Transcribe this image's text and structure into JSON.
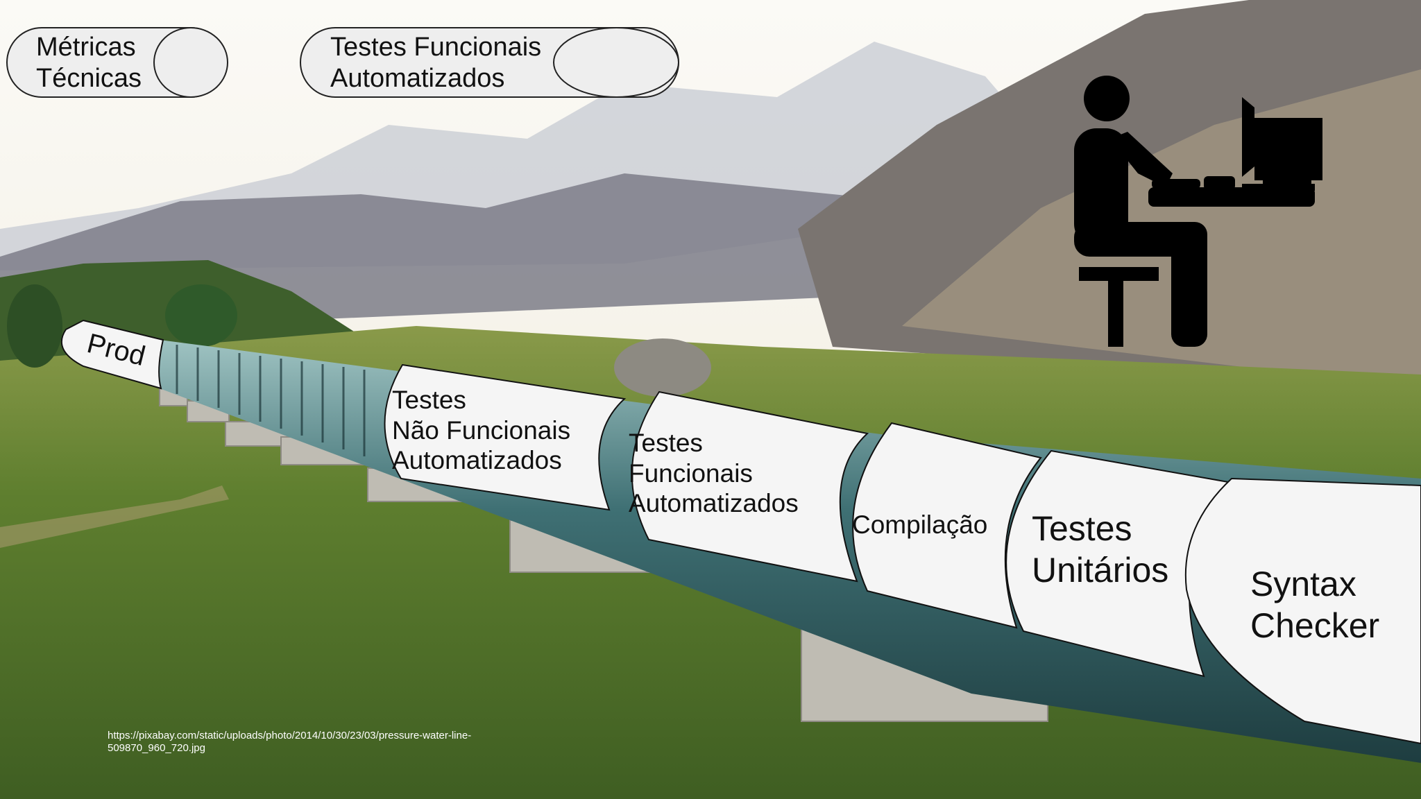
{
  "legend": {
    "metricas": "Métricas\nTécnicas",
    "testes_funcionais": "Testes Funcionais\nAutomatizados"
  },
  "pipeline": {
    "stages": [
      "Prod",
      "Testes\nNão Funcionais\nAutomatizados",
      "Testes\nFuncionais\nAutomatizados",
      "Compilação",
      "Testes\nUnitários",
      "Syntax\nChecker"
    ]
  },
  "image_credit": "https://pixabay.com/static/uploads/photo/2014/10/30/23/03/pressure-water-line-\n509870_960_720.jpg",
  "icons": [
    "developer-at-computer-icon"
  ],
  "colors": {
    "sky": "#f4f1e8",
    "mountain": "#6f6a66",
    "grass": "#5e7d2d",
    "pipe": "#3c6b70",
    "segment_fill": "#f5f5f5",
    "segment_stroke": "#111111"
  }
}
